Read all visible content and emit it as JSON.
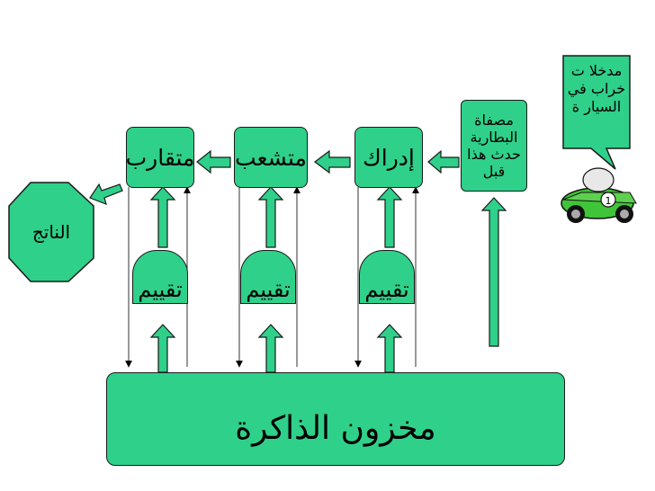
{
  "memory": {
    "label": "مخزون الذاكرة"
  },
  "stages": [
    {
      "label": "متقارب"
    },
    {
      "label": "متشعب"
    },
    {
      "label": "إدراك"
    }
  ],
  "gates": [
    {
      "label": "تقييم"
    },
    {
      "label": "تقييم"
    },
    {
      "label": "تقييم"
    }
  ],
  "filter": {
    "label": "مصفاة البطارية حدث هذا قبل"
  },
  "inputs_note": {
    "label": "مدخلا ت خراب في السيار ة"
  },
  "output": {
    "label": "الناتج"
  },
  "car": {
    "number": "1"
  },
  "colors": {
    "box_fill": "#2fd08a",
    "border": "#1a1a1a"
  }
}
